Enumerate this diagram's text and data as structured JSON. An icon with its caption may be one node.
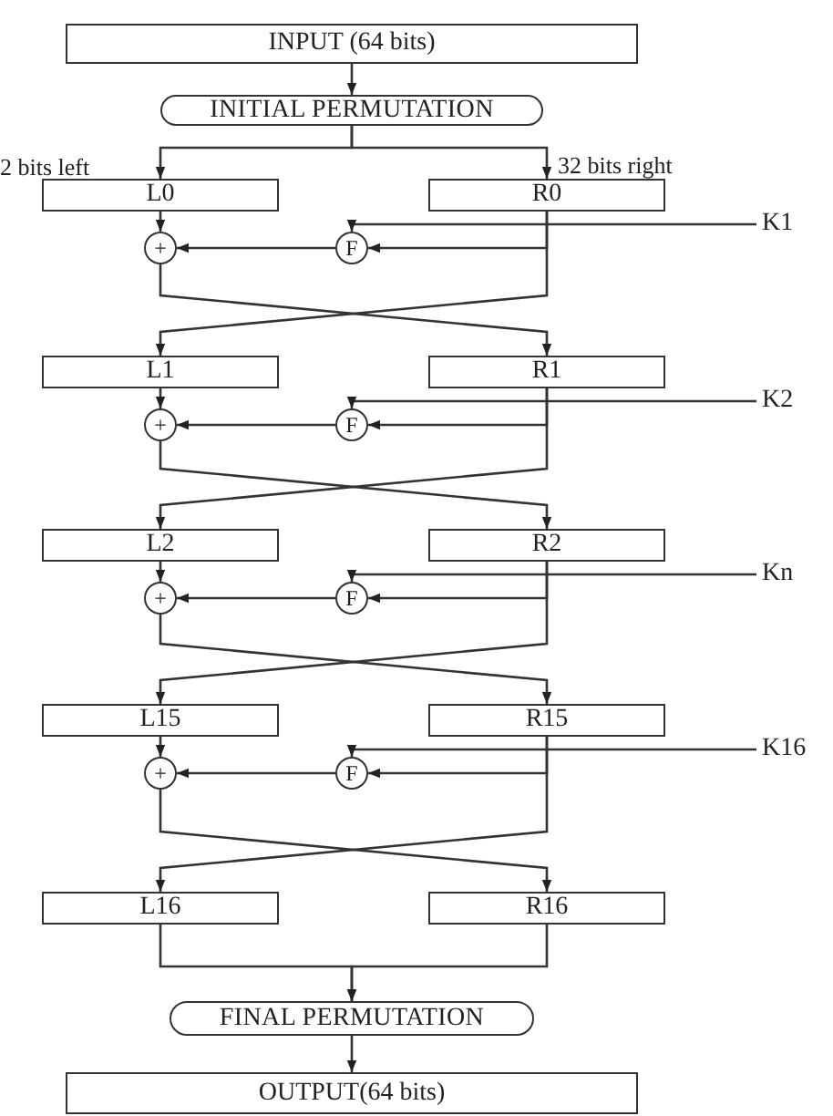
{
  "diagram": {
    "nodes": [
      {
        "text": [
          "INPUT (64 bits)"
        ]
      },
      {
        "text": [
          "INITIAL PERMUTATION"
        ]
      },
      {
        "text": [
          "L0"
        ],
        "beside": [
          "2 bits left"
        ]
      },
      {
        "text": [
          "R0"
        ],
        "beside": [
          "32 bits right"
        ]
      },
      {
        "text": [
          "+"
        ]
      },
      {
        "text": [
          "F"
        ]
      },
      {
        "text": [
          "K1"
        ]
      },
      {
        "text": [
          "L1"
        ]
      },
      {
        "text": [
          "R1"
        ]
      },
      {
        "text": [
          "+"
        ]
      },
      {
        "text": [
          "F"
        ]
      },
      {
        "text": [
          "K2"
        ]
      },
      {
        "text": [
          "L2"
        ]
      },
      {
        "text": [
          "R2"
        ]
      },
      {
        "text": [
          "+"
        ]
      },
      {
        "text": [
          "F"
        ]
      },
      {
        "text": [
          "Kn"
        ]
      },
      {
        "text": [
          "L15"
        ]
      },
      {
        "text": [
          "R15"
        ]
      },
      {
        "text": [
          "+"
        ]
      },
      {
        "text": [
          "F"
        ]
      },
      {
        "text": [
          "K16"
        ]
      },
      {
        "text": [
          "L16"
        ]
      },
      {
        "text": [
          "R16"
        ]
      },
      {
        "text": [
          "FINAL PERMUTATION"
        ]
      },
      {
        "text": [
          "OUTPUT(64 bits)"
        ]
      }
    ],
    "edges": [
      {
        "from": 0,
        "to": 1,
        "arrow": "to"
      },
      {
        "from": 1,
        "to": 2,
        "arrow": "to"
      },
      {
        "from": 1,
        "to": 3,
        "arrow": "to"
      },
      {
        "from": 2,
        "to": 4,
        "arrow": "to"
      },
      {
        "from": 3,
        "to": 5,
        "arrow": "to"
      },
      {
        "from": 5,
        "to": 4,
        "arrow": "to"
      },
      {
        "from": 6,
        "to": 5,
        "arrow": "to"
      },
      {
        "from": 4,
        "to": 8,
        "arrow": "to"
      },
      {
        "from": 3,
        "to": 7,
        "arrow": "to"
      },
      {
        "from": 7,
        "to": 9,
        "arrow": "to"
      },
      {
        "from": 8,
        "to": 10,
        "arrow": "to"
      },
      {
        "from": 10,
        "to": 9,
        "arrow": "to"
      },
      {
        "from": 11,
        "to": 10,
        "arrow": "to"
      },
      {
        "from": 9,
        "to": 13,
        "arrow": "to"
      },
      {
        "from": 8,
        "to": 12,
        "arrow": "to"
      },
      {
        "from": 12,
        "to": 14,
        "arrow": "to"
      },
      {
        "from": 13,
        "to": 15,
        "arrow": "to"
      },
      {
        "from": 15,
        "to": 14,
        "arrow": "to"
      },
      {
        "from": 16,
        "to": 15,
        "arrow": "to"
      },
      {
        "from": 14,
        "to": 18,
        "arrow": "to"
      },
      {
        "from": 13,
        "to": 17,
        "arrow": "to"
      },
      {
        "from": 17,
        "to": 19,
        "arrow": "to"
      },
      {
        "from": 18,
        "to": 20,
        "arrow": "to"
      },
      {
        "from": 20,
        "to": 19,
        "arrow": "to"
      },
      {
        "from": 21,
        "to": 20,
        "arrow": "to"
      },
      {
        "from": 19,
        "to": 23,
        "arrow": "to"
      },
      {
        "from": 18,
        "to": 22,
        "arrow": "to"
      },
      {
        "from": 22,
        "to": 24,
        "arrow": "to"
      },
      {
        "from": 23,
        "to": 24,
        "arrow": "to"
      },
      {
        "from": 24,
        "to": 25,
        "arrow": "to"
      }
    ]
  }
}
